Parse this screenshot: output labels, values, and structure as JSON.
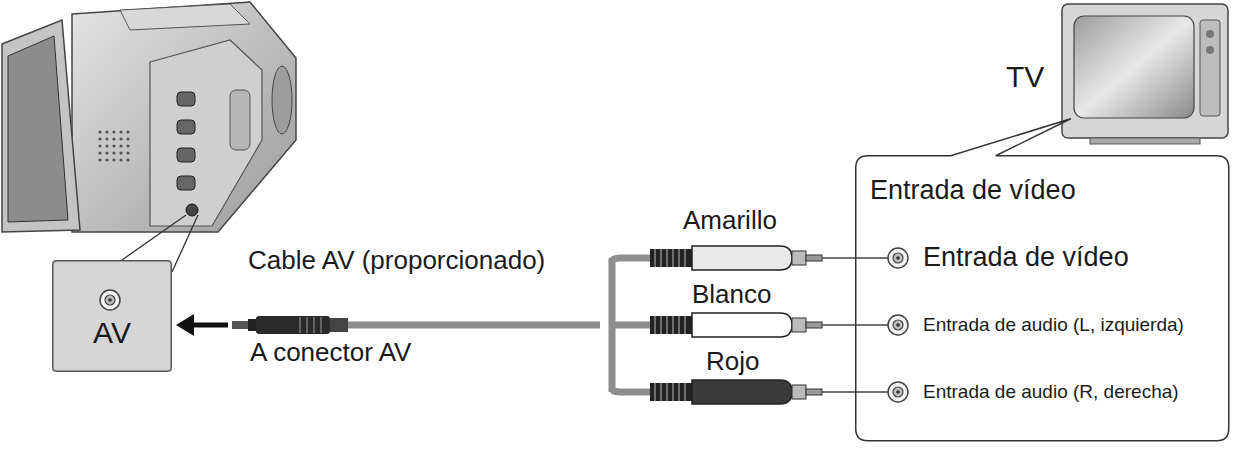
{
  "diagram": {
    "nodes": [
      {
        "text": [
          "AV"
        ]
      },
      {
        "text": [
          "Entrada de vídeo",
          "Entrada de vídeo",
          "Entrada de audio (L, izquierda)",
          "Entrada de audio (R, derecha)"
        ]
      }
    ],
    "labels": [
      "TV",
      "Cable AV (proporcionado)",
      "A conector AV",
      "Amarillo",
      "Blanco",
      "Rojo"
    ]
  }
}
